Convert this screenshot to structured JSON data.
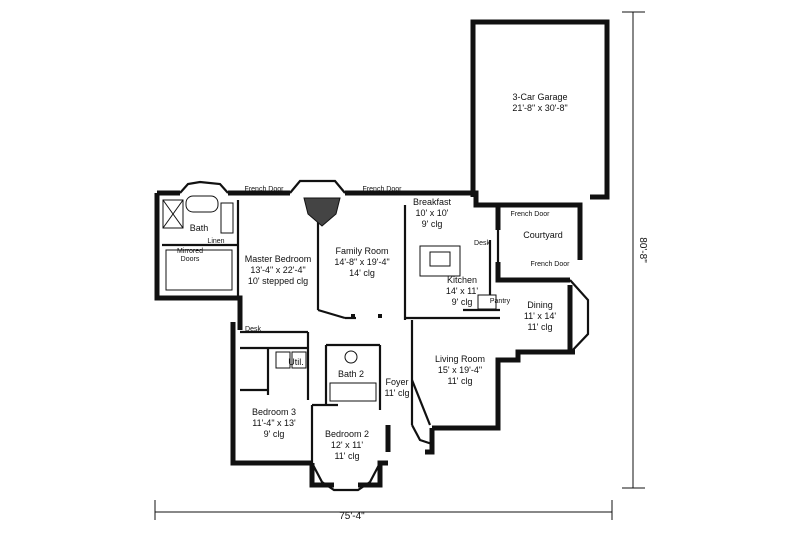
{
  "rooms": {
    "garage": {
      "name": "3-Car Garage",
      "size": "21'-8\" x 30'-8\""
    },
    "breakfast": {
      "name": "Breakfast",
      "size": "10' x 10'",
      "ceiling": "9' clg"
    },
    "courtyard": {
      "name": "Courtyard"
    },
    "master": {
      "name": "Master Bedroom",
      "size": "13'-4\" x 22'-4\"",
      "ceiling": "10' stepped clg"
    },
    "family": {
      "name": "Family Room",
      "size": "14'-8\" x 19'-4\"",
      "ceiling": "14' clg"
    },
    "kitchen": {
      "name": "Kitchen",
      "size": "14' x 11'",
      "ceiling": "9' clg"
    },
    "dining": {
      "name": "Dining",
      "size": "11' x 14'",
      "ceiling": "11' clg"
    },
    "living": {
      "name": "Living Room",
      "size": "15' x 19'-4\"",
      "ceiling": "11' clg"
    },
    "bath": {
      "name": "Bath"
    },
    "bath2": {
      "name": "Bath 2"
    },
    "foyer": {
      "name": "Foyer",
      "ceiling": "11' clg"
    },
    "bedroom3": {
      "name": "Bedroom 3",
      "size": "11'-4\" x 13'",
      "ceiling": "9' clg"
    },
    "bedroom2": {
      "name": "Bedroom 2",
      "size": "12' x 11'",
      "ceiling": "11' clg"
    },
    "util": {
      "name": "Util."
    }
  },
  "labels": {
    "french_door_1": "French Door",
    "french_door_2": "French Door",
    "french_door_3": "French Door",
    "french_door_4": "French Door",
    "linen": "Linen",
    "mirrored_doors_1": "Mirrored",
    "mirrored_doors_2": "Doors",
    "desk_1": "Desk",
    "desk_2": "Desk",
    "pantry": "Pantry"
  },
  "dimensions": {
    "width": "75'-4\"",
    "depth": "80'-8\""
  }
}
